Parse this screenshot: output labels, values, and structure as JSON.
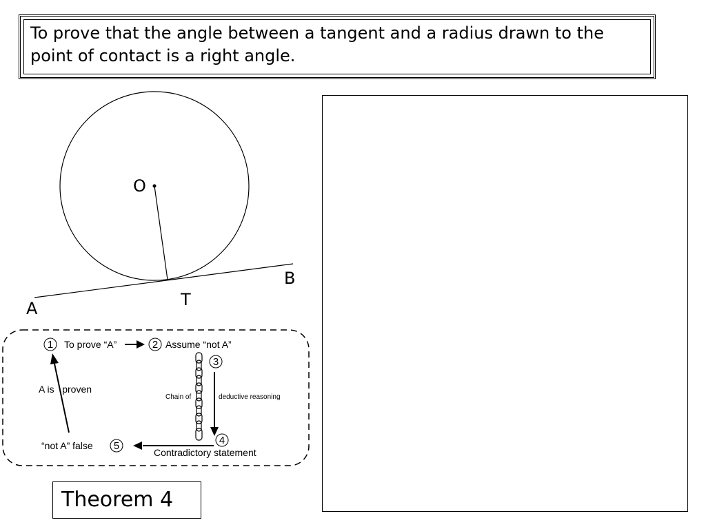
{
  "header": {
    "title": "To prove that the angle between a tangent and a radius drawn to the point of contact is a right angle."
  },
  "figure": {
    "center_label": "O",
    "point_a_label": "A",
    "point_b_label": "B",
    "point_t_label": "T"
  },
  "flowchart": {
    "step1_num": "1",
    "step1_text": "To prove “A”",
    "step2_num": "2",
    "step2_text": "Assume “not A”",
    "step3_num": "3",
    "chain_label_left": "Chain of",
    "chain_label_right": "deductive reasoning",
    "step4_num": "4",
    "step4_text": "Contradictory statement",
    "step5_num": "5",
    "step5_text": "“not A” false",
    "proven_label": "A is   proven"
  },
  "footer": {
    "theorem_label": "Theorem 4"
  }
}
